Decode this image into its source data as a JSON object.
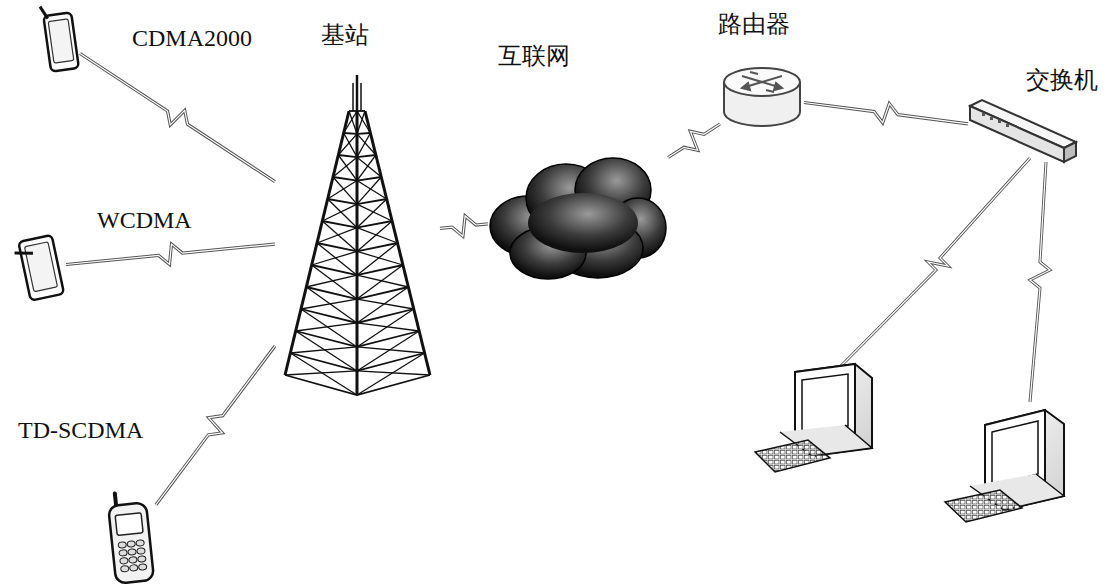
{
  "diagram": {
    "nodes": [
      {
        "text": [
          "CDMA2000"
        ]
      },
      {
        "text": [
          "WCDMA"
        ]
      },
      {
        "text": [
          "TD-SCDMA"
        ]
      },
      {
        "text": [
          "基站"
        ]
      },
      {
        "text": [
          "互联网"
        ]
      },
      {
        "text": [
          "路由器"
        ]
      },
      {
        "text": [
          "交换机"
        ]
      }
    ],
    "edges": [
      {
        "from": 0,
        "to": 3,
        "arrow": "none"
      },
      {
        "from": 1,
        "to": 3,
        "arrow": "none"
      },
      {
        "from": 2,
        "to": 3,
        "arrow": "none"
      },
      {
        "from": 3,
        "to": 4,
        "arrow": "none"
      },
      {
        "from": 4,
        "to": 5,
        "arrow": "none"
      },
      {
        "from": 5,
        "to": 6,
        "arrow": "none"
      }
    ]
  }
}
